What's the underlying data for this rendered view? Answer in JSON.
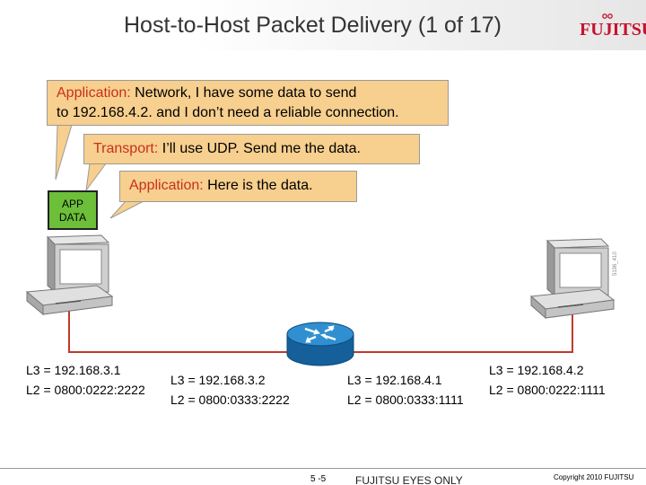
{
  "slide": {
    "title": "Host-to-Host Packet Delivery (1 of 17)",
    "logo_text": "FUJITSU"
  },
  "dialog": [
    {
      "speaker": "Application:",
      "text_line1": " Network, I have some data to send",
      "text_line2": "to 192.168.4.2. and I don’t need a reliable connection."
    },
    {
      "speaker": "Transport:",
      "text": " I’ll use UDP.  Send me the data."
    },
    {
      "speaker": "Application:",
      "text": " Here is the data."
    }
  ],
  "app_data_box": {
    "line1": "APP",
    "line2": "DATA"
  },
  "addresses": {
    "host_left": {
      "l3": "L3 = 192.168.3.1",
      "l2": "L2 = 0800:0222:2222"
    },
    "router_left": {
      "l3": "L3 = 192.168.3.2",
      "l2": "L2 = 0800:0333:2222"
    },
    "router_right": {
      "l3": "L3 = 192.168.4.1",
      "l2": "L2 = 0800:0333:1111"
    },
    "host_right": {
      "l3": "L3 = 192.168.4.2",
      "l2": "L2 = 0800:0222:1111"
    }
  },
  "side_id": "5196_410",
  "footer": {
    "page_number": "5 -5",
    "confidential": "FUJITSU EYES ONLY",
    "copyright": "Copyright 2010 FUJITSU"
  },
  "colors": {
    "bubble": "#f7cf8e",
    "label": "#c8311a",
    "link": "#c0392b",
    "app_data": "#6dbf3a",
    "router": "#1f78b4",
    "logo": "#c8102e"
  }
}
